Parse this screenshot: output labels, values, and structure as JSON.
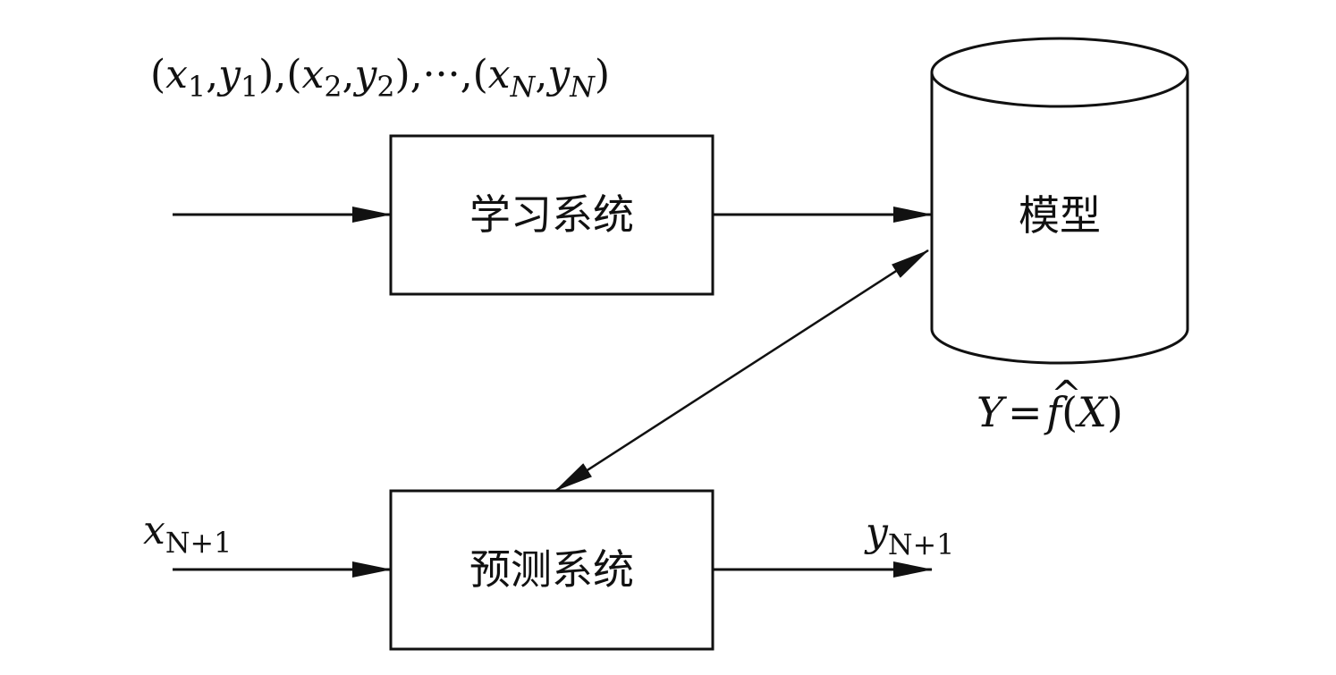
{
  "learning_system": {
    "label": "学习系统"
  },
  "prediction_system": {
    "label": "预测系统"
  },
  "model": {
    "label": "模型",
    "Y": "Y",
    "eq": "=",
    "f": "f",
    "hat": "^",
    "X": "X",
    "open": "(",
    "close": ")"
  },
  "training_data": {
    "open1": "(",
    "x1": "x",
    "s1": "1",
    "c1": ",",
    "y1": "y",
    "t1": "1",
    "close1": "),",
    "open2": "(",
    "x2": "x",
    "s2": "2",
    "c2": ",",
    "y2": "y",
    "t2": "2",
    "close2": "),",
    "dots": "···,",
    "open3": "(",
    "xN": "x",
    "sN": "N",
    "c3": ",",
    "yN": "y",
    "tN": "N",
    "close3": ")"
  },
  "test_input": {
    "x": "x",
    "sub": "N+1"
  },
  "test_output": {
    "y": "y",
    "sub": "N+1"
  },
  "colors": {
    "stroke": "#111111",
    "background": "#ffffff"
  }
}
